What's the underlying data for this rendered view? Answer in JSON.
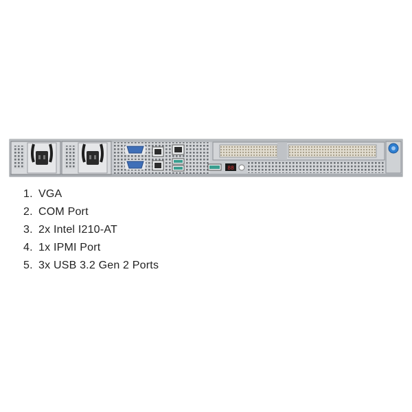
{
  "figure": {
    "subject": "rack server rear panel",
    "colors": {
      "chassis": "#c9ccd0",
      "chassis_dark": "#8d9196",
      "port_blue": "#3f6fb8",
      "usb_teal": "#3a9e8f",
      "thumbscrew": "#2f7fd1",
      "psu_handle": "#1e1e1e"
    }
  },
  "spec_list": {
    "items": [
      {
        "number": "1.",
        "label": "VGA"
      },
      {
        "number": "2.",
        "label": "COM Port"
      },
      {
        "number": "3.",
        "label": "2x Intel I210-AT"
      },
      {
        "number": "4.",
        "label": "1x IPMI Port"
      },
      {
        "number": "5.",
        "label": "3x USB 3.2 Gen 2 Ports"
      }
    ]
  }
}
